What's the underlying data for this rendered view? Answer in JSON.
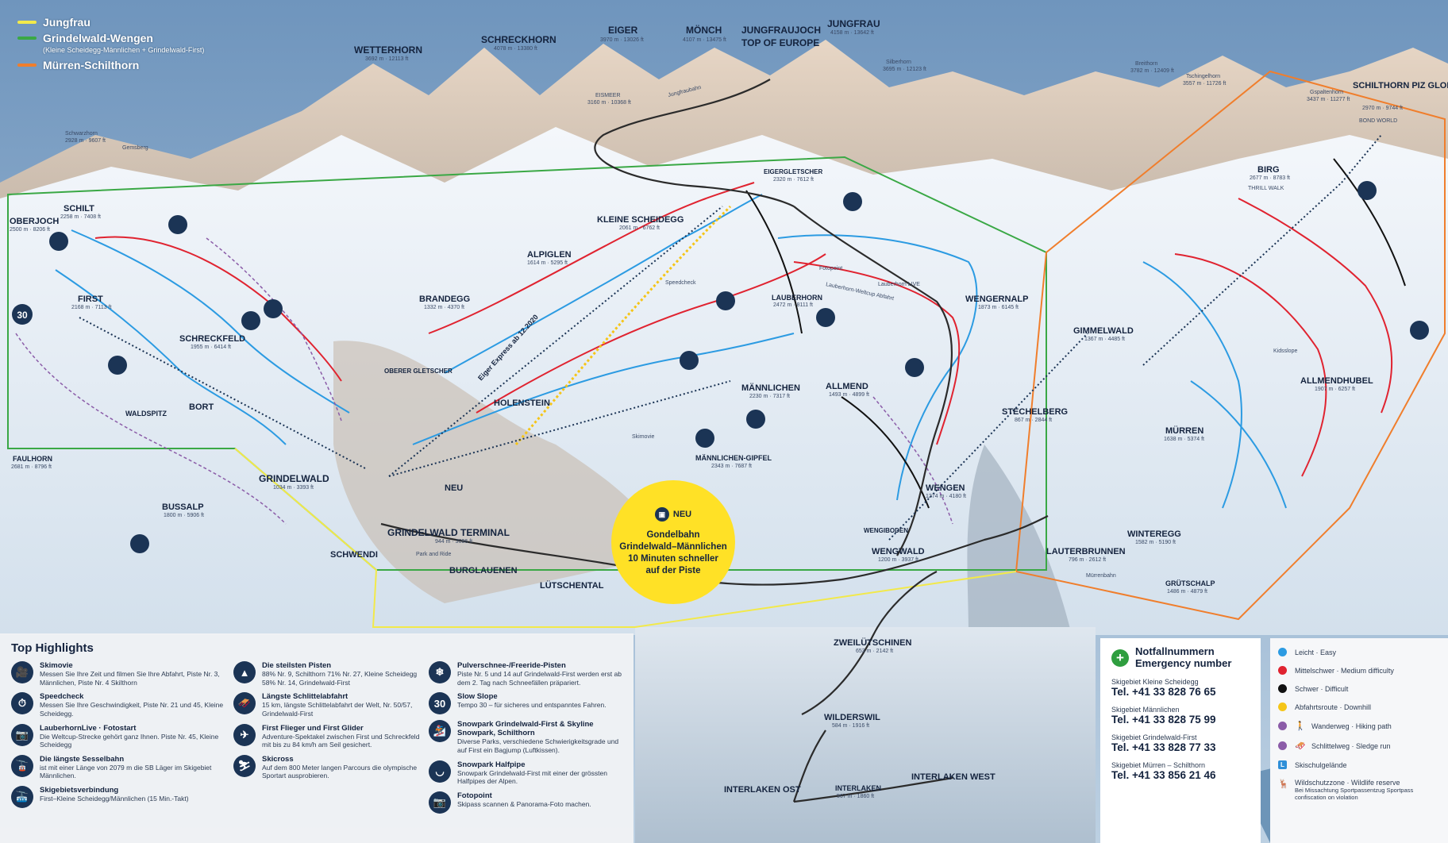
{
  "legend": {
    "jungfrau": {
      "label": "Jungfrau",
      "color": "#f2e94a"
    },
    "grindelwald_wengen": {
      "label": "Grindelwald-Wengen",
      "color": "#3aa845",
      "note": "(Kleine Scheidegg-Männlichen + Grindelwald-First)"
    },
    "muerren": {
      "label": "Mürren-Schilthorn",
      "color": "#f07e2c"
    }
  },
  "peaks": [
    {
      "name": "WETTERHORN",
      "elev": "3692 m · 12113 ft"
    },
    {
      "name": "SCHRECKHORN",
      "elev": "4078 m · 13380 ft"
    },
    {
      "name": "EIGER",
      "elev": "3970 m · 13026 ft"
    },
    {
      "name": "MÖNCH",
      "elev": "4107 m · 13475 ft"
    },
    {
      "name": "JUNGFRAUJOCH",
      "elev": "TOP OF EUROPE"
    },
    {
      "name": "JUNGFRAU",
      "elev": "4158 m · 13642 ft"
    },
    {
      "name": "Silberhorn",
      "elev": "3695 m · 12123 ft"
    },
    {
      "name": "Breithorn",
      "elev": "3782 m · 12409 ft"
    },
    {
      "name": "Tschingelhorn",
      "elev": "3557 m · 11726 ft"
    },
    {
      "name": "Gspaltenhorn",
      "elev": "3437 m · 11277 ft"
    },
    {
      "name": "Schwarzhorn",
      "elev": "2928 m · 9607 ft"
    },
    {
      "name": "Gemsberg",
      "elev": ""
    },
    {
      "name": "EISMEER",
      "elev": "3160 m · 10368 ft"
    }
  ],
  "places": [
    {
      "name": "OBERJOCH",
      "elev": "2500 m · 8206 ft"
    },
    {
      "name": "SCHILT",
      "elev": "2258 m · 7408 ft"
    },
    {
      "name": "FIRST",
      "elev": "2168 m · 7113 ft"
    },
    {
      "name": "SCHRECKFELD",
      "elev": "1955 m · 6414 ft"
    },
    {
      "name": "BORT",
      "elev": ""
    },
    {
      "name": "WALDSPITZ",
      "elev": ""
    },
    {
      "name": "FAULHORN",
      "elev": "2681 m · 8796 ft"
    },
    {
      "name": "GRINDELWALD",
      "elev": "1034 m · 3393 ft"
    },
    {
      "name": "BUSSALP",
      "elev": "1800 m · 5906 ft"
    },
    {
      "name": "OBERER GLETSCHER",
      "elev": ""
    },
    {
      "name": "BRANDEGG",
      "elev": "1332 m · 4370 ft"
    },
    {
      "name": "ALPIGLEN",
      "elev": "1614 m · 5295 ft"
    },
    {
      "name": "KLEINE SCHEIDEGG",
      "elev": "2061 m · 6762 ft"
    },
    {
      "name": "EIGERGLETSCHER",
      "elev": "2320 m · 7612 ft"
    },
    {
      "name": "LAUBERHORN",
      "elev": "2472 m · 8111 ft"
    },
    {
      "name": "WENGERNALP",
      "elev": "1873 m · 6145 ft"
    },
    {
      "name": "HOLENSTEIN",
      "elev": ""
    },
    {
      "name": "MÄNNLICHEN",
      "elev": "2230 m · 7317 ft"
    },
    {
      "name": "MÄNNLICHEN-GIPFEL",
      "elev": "2343 m · 7687 ft"
    },
    {
      "name": "ALLMEND",
      "elev": "1493 m · 4899 ft"
    },
    {
      "name": "WENGEN",
      "elev": "1274 m · 4180 ft"
    },
    {
      "name": "WENGWALD",
      "elev": "1200 m · 3937 ft"
    },
    {
      "name": "WENGIBODEN",
      "elev": ""
    },
    {
      "name": "GRINDELWALD TERMINAL",
      "elev": "944 m · 3096 ft"
    },
    {
      "name": "SCHWENDI",
      "elev": ""
    },
    {
      "name": "BURGLAUENEN",
      "elev": ""
    },
    {
      "name": "LÜTSCHENTAL",
      "elev": ""
    },
    {
      "name": "STECHELBERG",
      "elev": "867 m · 2844 ft"
    },
    {
      "name": "LAUTERBRUNNEN",
      "elev": "796 m · 2612 ft"
    },
    {
      "name": "GIMMELWALD",
      "elev": "1367 m · 4485 ft"
    },
    {
      "name": "MÜRREN",
      "elev": "1638 m · 5374 ft"
    },
    {
      "name": "WINTEREGG",
      "elev": "1582 m · 5190 ft"
    },
    {
      "name": "GRÜTSCHALP",
      "elev": "1486 m · 4879 ft"
    },
    {
      "name": "ALLMENDHUBEL",
      "elev": "1907 m · 6257 ft"
    },
    {
      "name": "BIRG",
      "elev": "2677 m · 8783 ft"
    },
    {
      "name": "SCHILTHORN PIZ GLORIA",
      "elev": "2970 m · 9744 ft"
    },
    {
      "name": "ZWEILÜTSCHINEN",
      "elev": "653 m · 2142 ft"
    },
    {
      "name": "WILDERSWIL",
      "elev": "584 m · 1916 ft"
    },
    {
      "name": "INTERLAKEN",
      "elev": "567 m · 1860 ft"
    },
    {
      "name": "INTERLAKEN OST",
      "elev": ""
    },
    {
      "name": "INTERLAKEN WEST",
      "elev": ""
    }
  ],
  "map_text": {
    "neu": "NEU",
    "park_and_ride": "Park and Ride",
    "eiger_express": "Eiger Express ab 12.2020",
    "thrill_walk": "THRILL WALK",
    "bond_world": "BOND WORLD",
    "jungfraubahn": "Jungfraubahn",
    "muerrenbahn": "Mürrenbahn",
    "fotopoint": "Fotopoint",
    "skimovie": "Skimovie",
    "speedcheck": "Speedcheck",
    "kidsslope": "Kidsslope",
    "lauberhorn_live": "Lauberhorn LIVE",
    "lauberhorn_weltcup": "Lauberhorn-Weltcup Abfahrt",
    "slow_30": "30"
  },
  "badge": {
    "neu": "NEU",
    "lines": [
      "Gondelbahn",
      "Grindelwald–Männlichen",
      "10 Minuten schneller",
      "auf der Piste"
    ]
  },
  "highlights": {
    "title": "Top Highlights",
    "items": [
      {
        "icon": "skimovie-icon",
        "glyph": "🎥",
        "title": "Skimovie",
        "desc": "Messen Sie Ihre Zeit und filmen Sie Ihre Abfahrt, Piste Nr. 3, Männlichen, Piste Nr. 4 Skilthorn"
      },
      {
        "icon": "speedcheck-icon",
        "glyph": "⏱",
        "title": "Speedcheck",
        "desc": "Messen Sie Ihre Geschwindigkeit, Piste Nr. 21 und 45, Kleine Scheidegg."
      },
      {
        "icon": "camera-icon",
        "glyph": "📷",
        "title": "LauberhornLive · Fotostart",
        "desc": "Die Weltcup-Strecke gehört ganz Ihnen. Piste Nr. 45, Kleine Scheidegg"
      },
      {
        "icon": "chairlift-icon",
        "glyph": "🚡",
        "title": "Die längste Sesselbahn",
        "desc": "ist mit einer Länge von 2079 m die SB Läger im Skigebiet Männlichen."
      },
      {
        "icon": "gondola-icon",
        "glyph": "🚠",
        "title": "Skigebietsverbindung",
        "desc": "First–Kleine Scheidegg/Männlichen (15 Min.-Takt)"
      },
      {
        "icon": "steep-slope-icon",
        "glyph": "▲",
        "title": "Die steilsten Pisten",
        "desc": "88% Nr. 9, Schilthorn 71% Nr. 27, Kleine Scheidegg 58% Nr. 14, Grindelwald-First"
      },
      {
        "icon": "sledge-icon",
        "glyph": "🛷",
        "title": "Längste Schlittelabfahrt",
        "desc": "15 km, längste Schlittelabfahrt der Welt, Nr. 50/57, Grindelwald-First"
      },
      {
        "icon": "first-flieger-icon",
        "glyph": "✈",
        "title": "First Flieger und First Glider",
        "desc": "Adventure-Spektakel zwischen First und Schreckfeld mit bis zu 84 km/h am Seil gesichert."
      },
      {
        "icon": "skicross-icon",
        "glyph": "⛷",
        "title": "Skicross",
        "desc": "Auf dem 800 Meter langen Parcours die olympische Sportart ausprobieren."
      },
      {
        "icon": "freeride-icon",
        "glyph": "❄",
        "title": "Pulverschnee-/Freeride-Pisten",
        "desc": "Piste Nr. 5 und 14 auf Grindelwald-First werden erst ab dem 2. Tag nach Schneefällen präpariert."
      },
      {
        "icon": "slow-slope-icon",
        "glyph": "30",
        "title": "Slow Slope",
        "desc": "Tempo 30 – für sicheres und entspanntes Fahren."
      },
      {
        "icon": "snowpark-icon",
        "glyph": "🏂",
        "title": "Snowpark Grindelwald-First & Skyline Snowpark, Schilthorn",
        "desc": "Diverse Parks, verschiedene Schwierigkeitsgrade und auf First ein Bagjump (Luftkissen)."
      },
      {
        "icon": "halfpipe-icon",
        "glyph": "◡",
        "title": "Snowpark Halfpipe",
        "desc": "Snowpark Grindelwald-First mit einer der grössten Halfpipes der Alpen."
      },
      {
        "icon": "fotopoint-icon",
        "glyph": "📷",
        "title": "Fotopoint",
        "desc": "Skipass scannen & Panorama-Foto machen."
      }
    ]
  },
  "emergency": {
    "title": "Notfallnummern",
    "subtitle": "Emergency number",
    "entries": [
      {
        "area": "Skigebiet Kleine Scheidegg",
        "tel": "Tel. +41 33 828 76 65"
      },
      {
        "area": "Skigebiet Männlichen",
        "tel": "Tel. +41 33 828 75 99"
      },
      {
        "area": "Skigebiet Grindelwald-First",
        "tel": "Tel. +41 33 828 77 33"
      },
      {
        "area": "Skigebiet Mürren – Schilthorn",
        "tel": "Tel. +41 33 856 21 46"
      }
    ]
  },
  "difficulty": [
    {
      "label": "Leicht · Easy",
      "color": "#2c9be2",
      "kind": "dot"
    },
    {
      "label": "Mittelschwer · Medium difficulty",
      "color": "#e02330",
      "kind": "dot"
    },
    {
      "label": "Schwer · Difficult",
      "color": "#111111",
      "kind": "dot"
    },
    {
      "label": "Abfahrtsroute · Downhill",
      "color": "#f5c518",
      "kind": "dot"
    },
    {
      "label": "Wanderweg · Hiking path",
      "color": "#8b5ca8",
      "kind": "dot",
      "glyph": "🚶"
    },
    {
      "label": "Schlittelweg · Sledge run",
      "color": "#8b5ca8",
      "kind": "dot",
      "glyph": "🛷"
    },
    {
      "label": "Skischulgelände",
      "color": "#2f8fd8",
      "kind": "sq",
      "glyph": "L"
    },
    {
      "label": "Wildschutzzone · Wildlife reserve",
      "note": "Bei Missachtung Sportpassentzug Sportpass confiscation on violation",
      "color": "#2c3b52",
      "kind": "gl",
      "glyph": "🦌"
    }
  ]
}
